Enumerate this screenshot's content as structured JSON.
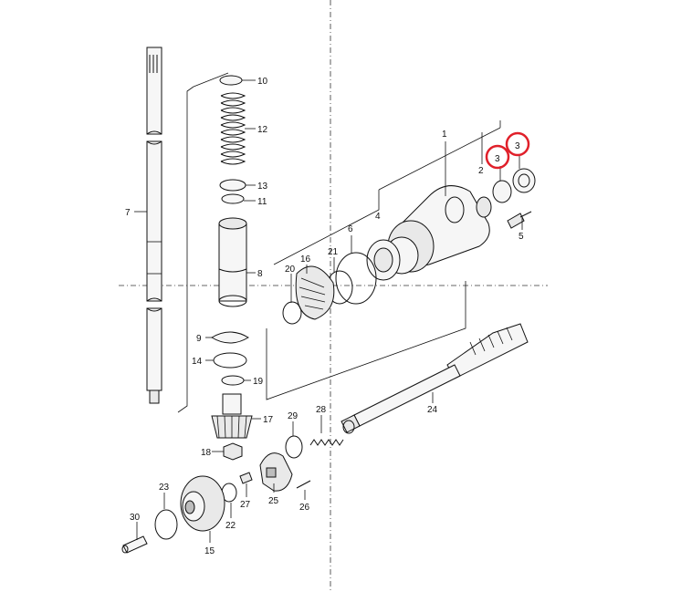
{
  "diagram": {
    "part_labels": {
      "p1": "1",
      "p2": "2",
      "p3a": "3",
      "p3b": "3",
      "p4": "4",
      "p5": "5",
      "p6": "6",
      "p7": "7",
      "p8": "8",
      "p9": "9",
      "p10": "10",
      "p11": "11",
      "p12": "12",
      "p13": "13",
      "p14": "14",
      "p15": "15",
      "p16": "16",
      "p17": "17",
      "p18": "18",
      "p19": "19",
      "p20": "20",
      "p21": "21",
      "p22": "22",
      "p23": "23",
      "p24": "24",
      "p25": "25",
      "p26": "26",
      "p27": "27",
      "p28": "28",
      "p29": "29",
      "p30": "30"
    },
    "highlight_color": "#e0202a"
  }
}
